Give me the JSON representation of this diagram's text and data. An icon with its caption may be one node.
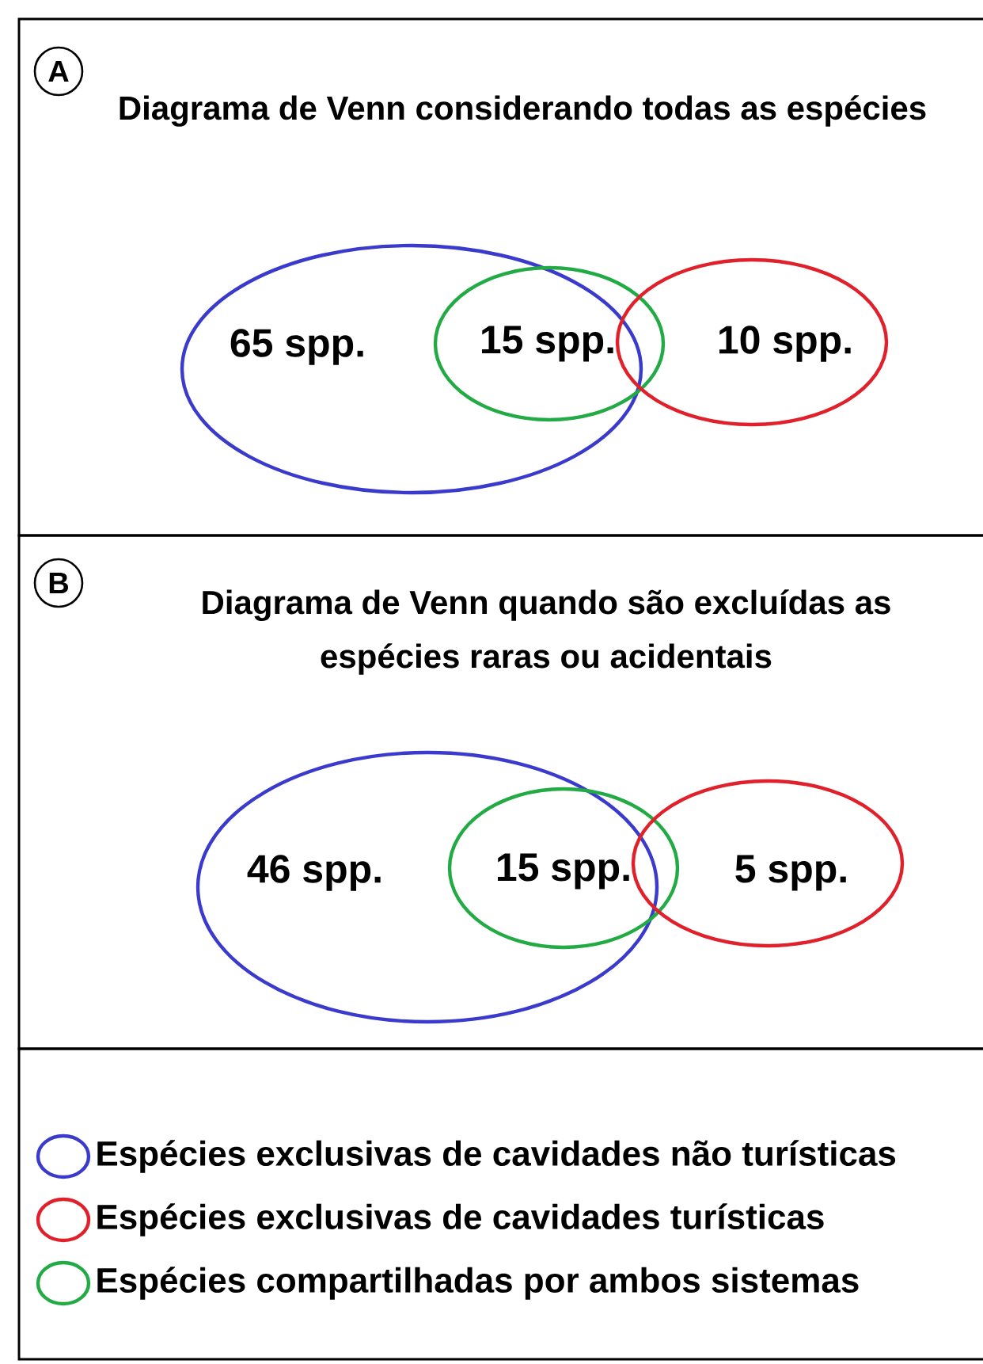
{
  "diagram": {
    "nodes": [
      {
        "text": [
          "Diagrama de Venn considerando todas as espécies"
        ]
      },
      {
        "text": [
          "A"
        ],
        "in": 0
      },
      {
        "text": [
          "65 spp."
        ],
        "in": 0
      },
      {
        "text": [
          "15 spp."
        ],
        "in": 0
      },
      {
        "text": [
          "10 spp."
        ],
        "in": 0
      },
      {
        "text": [
          "Diagrama de Venn quando são excluídas as espécies raras ou acidentais"
        ]
      },
      {
        "text": [
          "B"
        ],
        "in": 5
      },
      {
        "text": [
          "46 spp."
        ],
        "in": 5
      },
      {
        "text": [
          "15 spp."
        ],
        "in": 5
      },
      {
        "text": [
          "5 spp."
        ],
        "in": 5
      }
    ],
    "legend": [
      {
        "text": "Espécies exclusivas de cavidades não turísticas",
        "color": "#3a3acc"
      },
      {
        "text": "Espécies exclusivas de cavidades turísticas",
        "color": "#e0202a"
      },
      {
        "text": "Espécies compartilhadas por ambos sistemas",
        "color": "#22aa44"
      }
    ]
  }
}
